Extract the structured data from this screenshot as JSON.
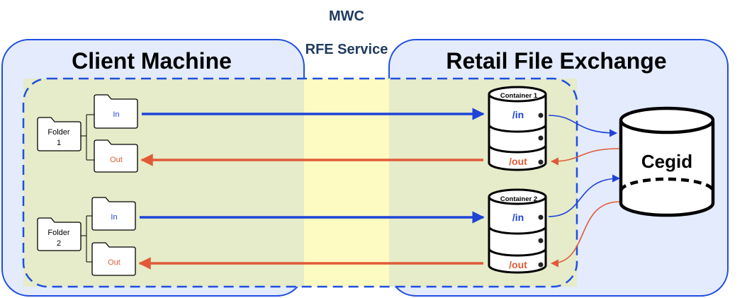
{
  "header": {
    "mwc": "MWC",
    "service": "RFE Service"
  },
  "client": {
    "title": "Client Machine",
    "folder1": {
      "label_line1": "Folder",
      "label_line2": "1",
      "in": "In",
      "out": "Out"
    },
    "folder2": {
      "label_line1": "Folder",
      "label_line2": "2",
      "in": "In",
      "out": "Out"
    }
  },
  "rfe": {
    "title": "Retail File Exchange",
    "container1": {
      "title": "Container 1",
      "in": "/in",
      "out": "/out"
    },
    "container2": {
      "title": "Container 2",
      "in": "/in",
      "out": "/out"
    }
  },
  "cegid": {
    "label": "Cegid"
  },
  "colors": {
    "border_blue": "#1f4fe0",
    "fill_blue": "#e3ebfc",
    "fill_olive": "#e6ebc9",
    "fill_yellow": "#fdfbc2",
    "arrow_blue": "#1e43d8",
    "arrow_red": "#e05a38",
    "title_navy": "#1f3a5f"
  }
}
